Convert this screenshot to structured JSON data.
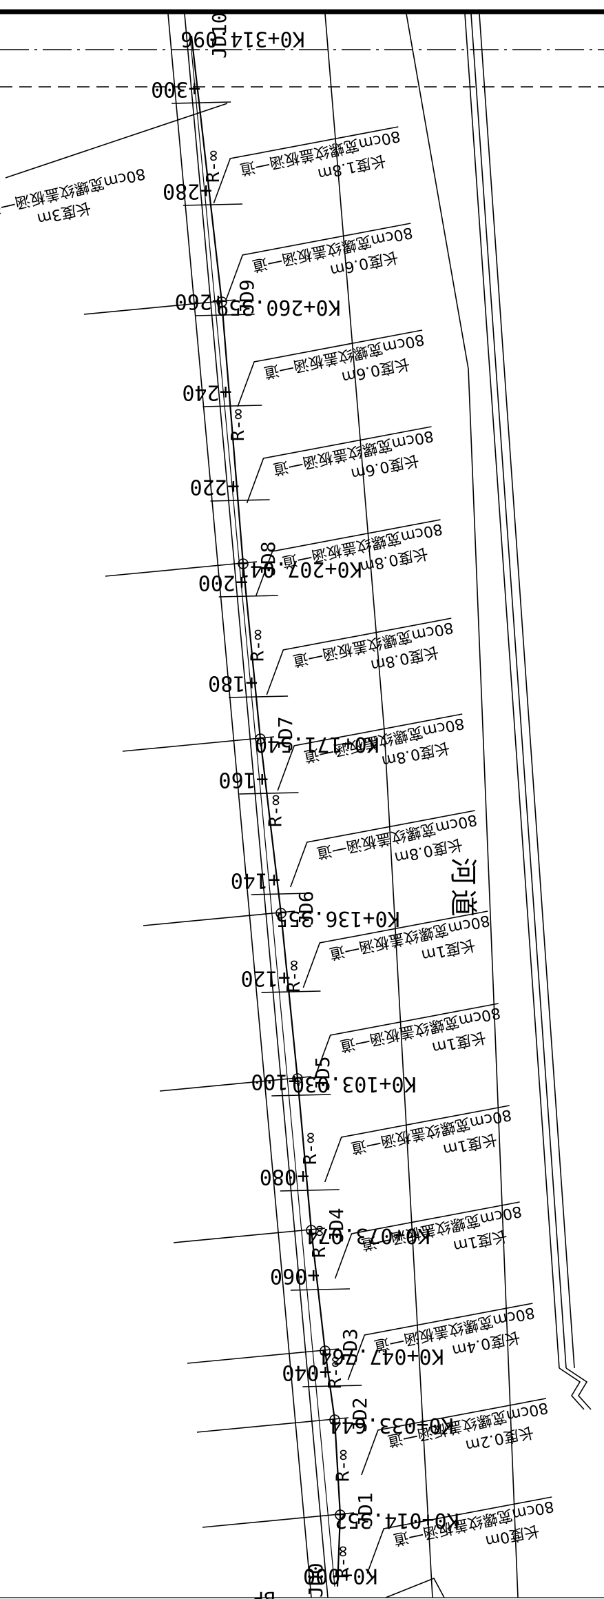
{
  "drawing": {
    "river_label": "河道",
    "pipe_spec": "80cm宽螺纹盖板涵一道",
    "radius_label": "R-∞",
    "top_chainage": "K0+314.096",
    "top_jd": "JD10",
    "bottom_jd": "JD0",
    "bottom_chainage": "K0+000",
    "bottom_partial": "BP"
  },
  "jds": [
    {
      "name": "JD9",
      "chainage": "K0+260.359"
    },
    {
      "name": "JD8",
      "chainage": "K0+207.041"
    },
    {
      "name": "JD7",
      "chainage": "K0+171.540"
    },
    {
      "name": "JD6",
      "chainage": "K0+136.355"
    },
    {
      "name": "JD5",
      "chainage": "K0+103.030"
    },
    {
      "name": "JD4",
      "chainage": "K0+073.074"
    },
    {
      "name": "JD3",
      "chainage": "K0+047.764"
    },
    {
      "name": "JD2",
      "chainage": "K0+033.644"
    },
    {
      "name": "JD1",
      "chainage": "K0+014.352"
    }
  ],
  "stations": [
    "+300",
    "+280",
    "+260",
    "+240",
    "+220",
    "+200",
    "+180",
    "+160",
    "+140",
    "+120",
    "+100",
    "+080",
    "+060",
    "+040"
  ],
  "culverts": [
    {
      "length": "长度1.8m"
    },
    {
      "length": "长度0.6m"
    },
    {
      "length": "长度0.6m"
    },
    {
      "length": "长度0.6m"
    },
    {
      "length": "长度0.8m"
    },
    {
      "length": "长度0.8m"
    },
    {
      "length": "长度0.8m"
    },
    {
      "length": "长度0.8m"
    },
    {
      "length": "长度1m"
    },
    {
      "length": "长度1m"
    },
    {
      "length": "长度1m"
    },
    {
      "length": "长度1m"
    },
    {
      "length": "长度0.4m"
    },
    {
      "length": "长度0.2m"
    },
    {
      "length": "长度0m"
    }
  ],
  "left_culvert": {
    "length": "长度3m"
  }
}
